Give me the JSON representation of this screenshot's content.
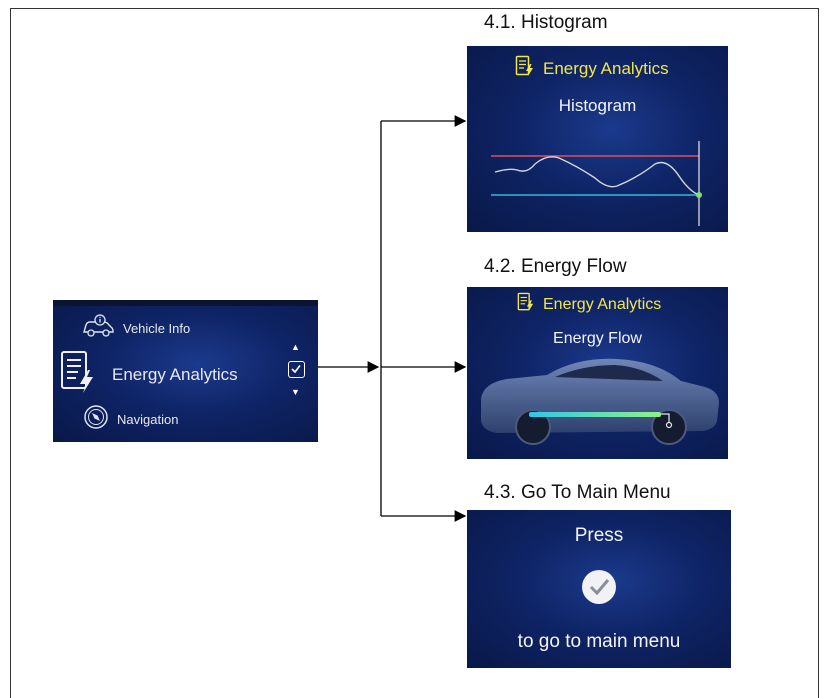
{
  "main_menu": {
    "items": [
      {
        "label": "Vehicle Info",
        "icon": "car-info-icon"
      },
      {
        "label": "Energy Analytics",
        "icon": "energy-document-icon"
      },
      {
        "label": "Navigation",
        "icon": "compass-icon"
      }
    ],
    "selected": "Energy Analytics"
  },
  "branches": {
    "histogram": {
      "heading": "4.1. Histogram",
      "app_title": "Energy Analytics",
      "subtitle": "Histogram"
    },
    "energy_flow": {
      "heading": "4.2. Energy Flow",
      "app_title": "Energy Analytics",
      "subtitle": "Energy Flow"
    },
    "main_menu": {
      "heading": "4.3. Go To Main Menu",
      "line1": "Press",
      "line2": "to go to main menu"
    }
  },
  "colors": {
    "screen_bg": "#0f2466",
    "accent_yellow": "#f2e64a",
    "limit_red": "#e0505a",
    "limit_cyan": "#34b8d8"
  }
}
